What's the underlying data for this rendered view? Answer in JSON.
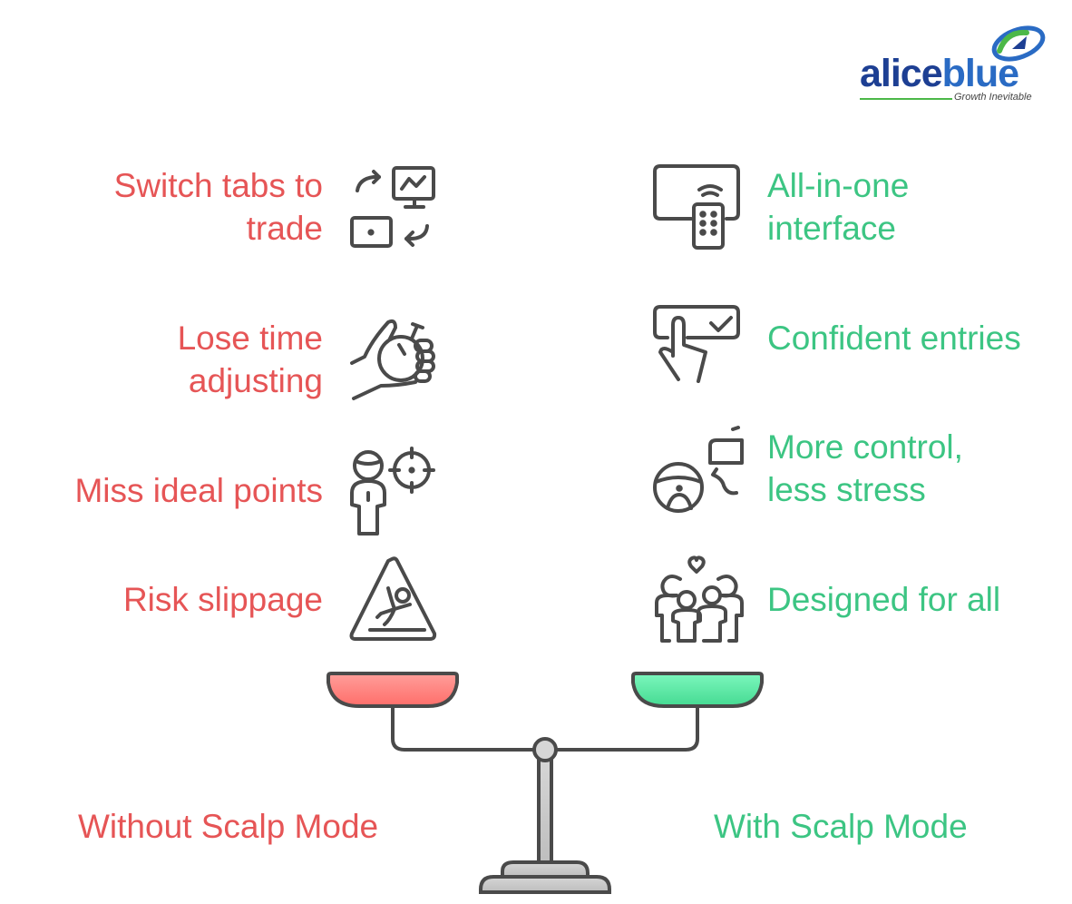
{
  "brand": {
    "name_part1": "alice",
    "name_part2": "blue",
    "tagline": "Growth Inevitable",
    "colors": {
      "dark_blue": "#1D3F93",
      "blue": "#2A6BC4",
      "green": "#4CB848"
    }
  },
  "colors": {
    "negative": "#E65556",
    "positive": "#3CC583",
    "icon_stroke": "#4A4A4A",
    "pan_left": "#FF7A77",
    "pan_right": "#5BE8A0",
    "stand": "#C9C9C9"
  },
  "left_side": {
    "title": "Without Scalp Mode",
    "items": [
      {
        "line1": "Switch tabs to",
        "line2": "trade",
        "icon": "switch-screens-icon"
      },
      {
        "line1": "Lose time",
        "line2": "adjusting",
        "icon": "hand-stopwatch-icon"
      },
      {
        "line1": "Miss ideal points",
        "line2": "",
        "icon": "person-target-icon"
      },
      {
        "line1": "Risk slippage",
        "line2": "",
        "icon": "slippery-warning-icon"
      }
    ]
  },
  "right_side": {
    "title": "With Scalp Mode",
    "items": [
      {
        "line1": "All-in-one",
        "line2": "interface",
        "icon": "screen-remote-icon"
      },
      {
        "line1": "Confident entries",
        "line2": "",
        "icon": "touch-check-icon"
      },
      {
        "line1": "More control,",
        "line2": "less stress",
        "icon": "steering-wheel-icon"
      },
      {
        "line1": "Designed for all",
        "line2": "",
        "icon": "family-heart-icon"
      }
    ]
  }
}
